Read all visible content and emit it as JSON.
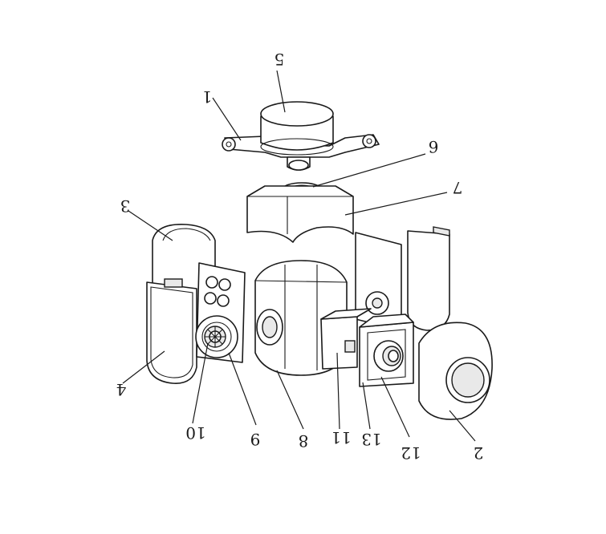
{
  "figure": {
    "labels": [
      {
        "id": "label-1",
        "text": "1"
      },
      {
        "id": "label-2",
        "text": "2"
      },
      {
        "id": "label-3",
        "text": "3"
      },
      {
        "id": "label-4",
        "text": "4"
      },
      {
        "id": "label-5",
        "text": "5"
      },
      {
        "id": "label-6",
        "text": "6"
      },
      {
        "id": "label-7",
        "text": "7"
      },
      {
        "id": "label-8",
        "text": "8"
      },
      {
        "id": "label-9",
        "text": "9"
      },
      {
        "id": "label-10",
        "text": "10"
      },
      {
        "id": "label-11",
        "text": "11"
      },
      {
        "id": "label-12",
        "text": "12"
      },
      {
        "id": "label-13",
        "text": "13"
      }
    ]
  }
}
